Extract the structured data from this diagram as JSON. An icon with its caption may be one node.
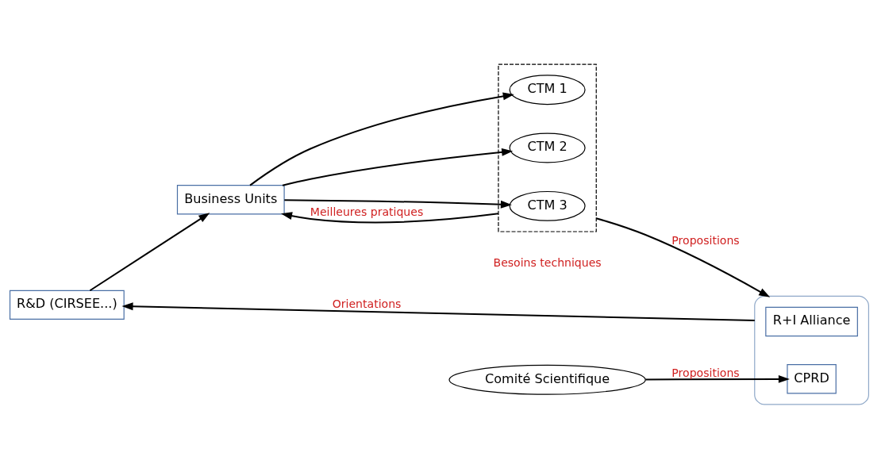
{
  "diagram": {
    "nodes": [
      {
        "text": [
          "R&D (CIRSEE...)"
        ]
      },
      {
        "text": [
          "Business Units"
        ]
      },
      {
        "text": [],
        "shape": "box"
      },
      {
        "text": [
          "CTM 1"
        ],
        "in": 2
      },
      {
        "text": [
          "CTM 2"
        ],
        "in": 2
      },
      {
        "text": [
          "CTM 3"
        ],
        "in": 2
      },
      {
        "text": [],
        "shape": "bracket"
      },
      {
        "text": [
          "R+I Alliance"
        ],
        "in": 6
      },
      {
        "text": [
          "CPRD"
        ],
        "in": 6
      },
      {
        "text": [
          "Comité Scientifique"
        ]
      }
    ],
    "edges": [
      {
        "from": 0,
        "to": 1,
        "arrow": "to"
      },
      {
        "from": 1,
        "to": 3,
        "arrow": "to"
      },
      {
        "from": 1,
        "to": 4,
        "arrow": "to"
      },
      {
        "from": 1,
        "to": 5,
        "arrow": "to"
      },
      {
        "from": 2,
        "to": 1,
        "arrow": "to",
        "label": "Meilleures pratiques"
      },
      {
        "from": 2,
        "to": 6,
        "arrow": "to",
        "label": "Propositions"
      },
      {
        "from": 6,
        "to": 0,
        "arrow": "to",
        "label": "Orientations"
      },
      {
        "from": 9,
        "to": 8,
        "arrow": "to",
        "label": "Propositions"
      }
    ],
    "labels": [
      "Besoins techniques"
    ]
  }
}
